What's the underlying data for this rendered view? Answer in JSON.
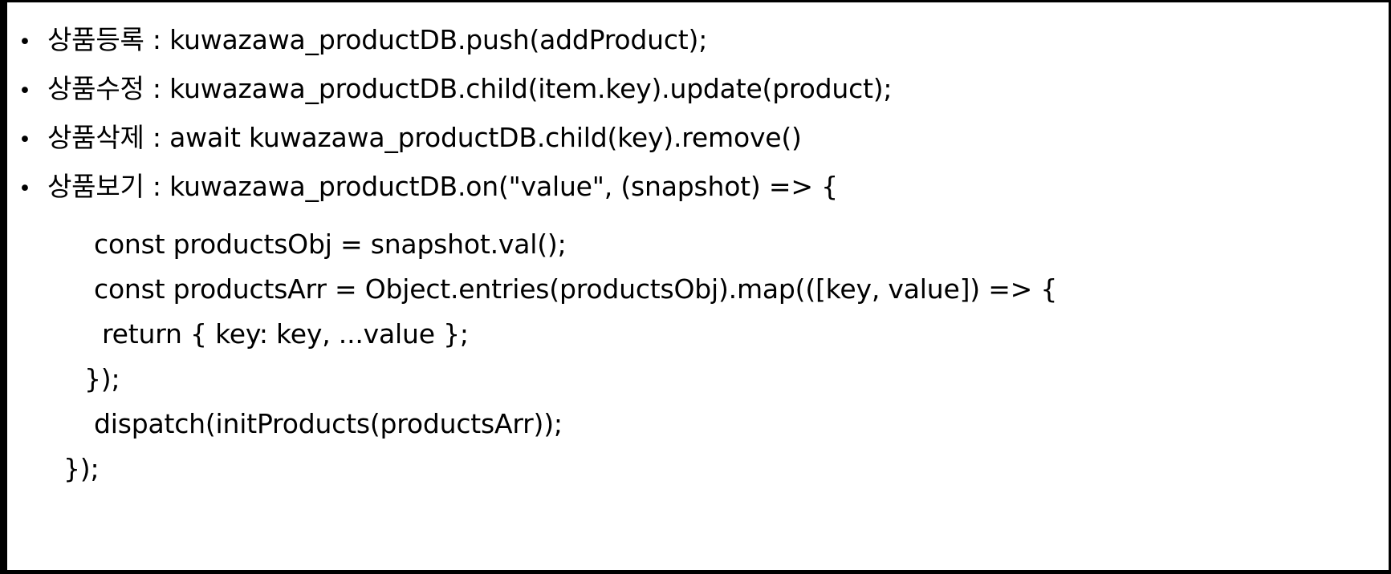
{
  "slide": {
    "border_color": "#000000",
    "background_color": "#ffffff",
    "text_color": "#000000",
    "bullet_glyph": "•",
    "bullets": [
      {
        "label": "상품등록",
        "separator": " : ",
        "code": "kuwazawa_productDB.push(addProduct);",
        "full": "상품등록 : kuwazawa_productDB.push(addProduct);"
      },
      {
        "label": "상품수정",
        "separator": " : ",
        "code": "kuwazawa_productDB.child(item.key).update(product);",
        "full": "상품수정 : kuwazawa_productDB.child(item.key).update(product);"
      },
      {
        "label": "상품삭제",
        "separator": " : ",
        "code": "await kuwazawa_productDB.child(key).remove()",
        "full": "상품삭제 : await kuwazawa_productDB.child(key).remove()"
      },
      {
        "label": "상품보기",
        "separator": " : ",
        "code": "kuwazawa_productDB.on(\"value\", (snapshot) => {",
        "full": "상품보기 : kuwazawa_productDB.on(\"value\", (snapshot) => {"
      }
    ],
    "code_lines": [
      "const productsObj = snapshot.val();",
      "const productsArr = Object.entries(productsObj).map(([key, value]) => {",
      "return { key: key, ...value };",
      "});",
      "dispatch(initProducts(productsArr));",
      "});"
    ]
  }
}
